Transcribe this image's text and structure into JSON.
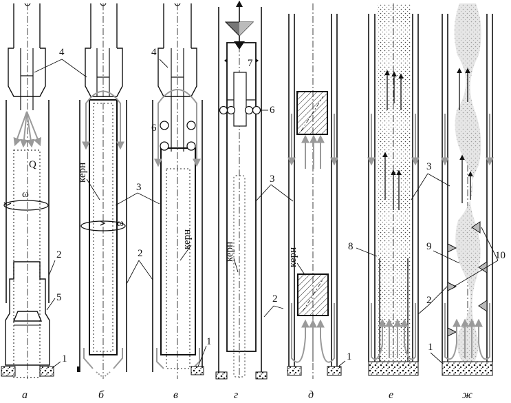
{
  "panels": [
    {
      "id": "a",
      "caption": "а"
    },
    {
      "id": "b",
      "caption": "б"
    },
    {
      "id": "v",
      "caption": "в"
    },
    {
      "id": "g",
      "caption": "г"
    },
    {
      "id": "d",
      "caption": "д"
    },
    {
      "id": "e",
      "caption": "е"
    },
    {
      "id": "zh",
      "caption": "ж"
    }
  ],
  "labels": {
    "core": "керн",
    "flow_q": "Q",
    "rotation": "ω",
    "n1": "1",
    "n2": "2",
    "n3": "3",
    "n4": "4",
    "n5": "5",
    "n6": "6",
    "n7": "7",
    "n8": "8",
    "n9": "9",
    "n10": "10"
  },
  "colors": {
    "ink": "#111111",
    "flow_arrows": "#9a9a9a",
    "core_fill_stipple": "#555555",
    "cloud": "#e6e6e6"
  }
}
